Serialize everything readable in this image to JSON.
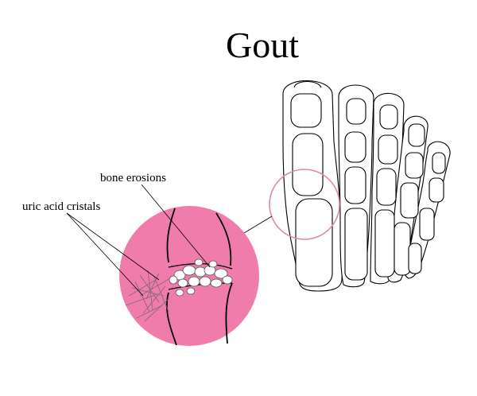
{
  "diagram": {
    "title": "Gout",
    "labels": {
      "bone_erosions": "bone erosions",
      "uric_acid_crystals": "uric acid cristals"
    },
    "colors": {
      "magnifier_fill": "#f07cab",
      "joint_ring": "#e08aa5",
      "outline": "#000000",
      "deposit": "#ffffff"
    },
    "icons": [
      "foot-skeleton-icon",
      "magnifier-circle-icon",
      "uric-crystal-icon"
    ]
  }
}
